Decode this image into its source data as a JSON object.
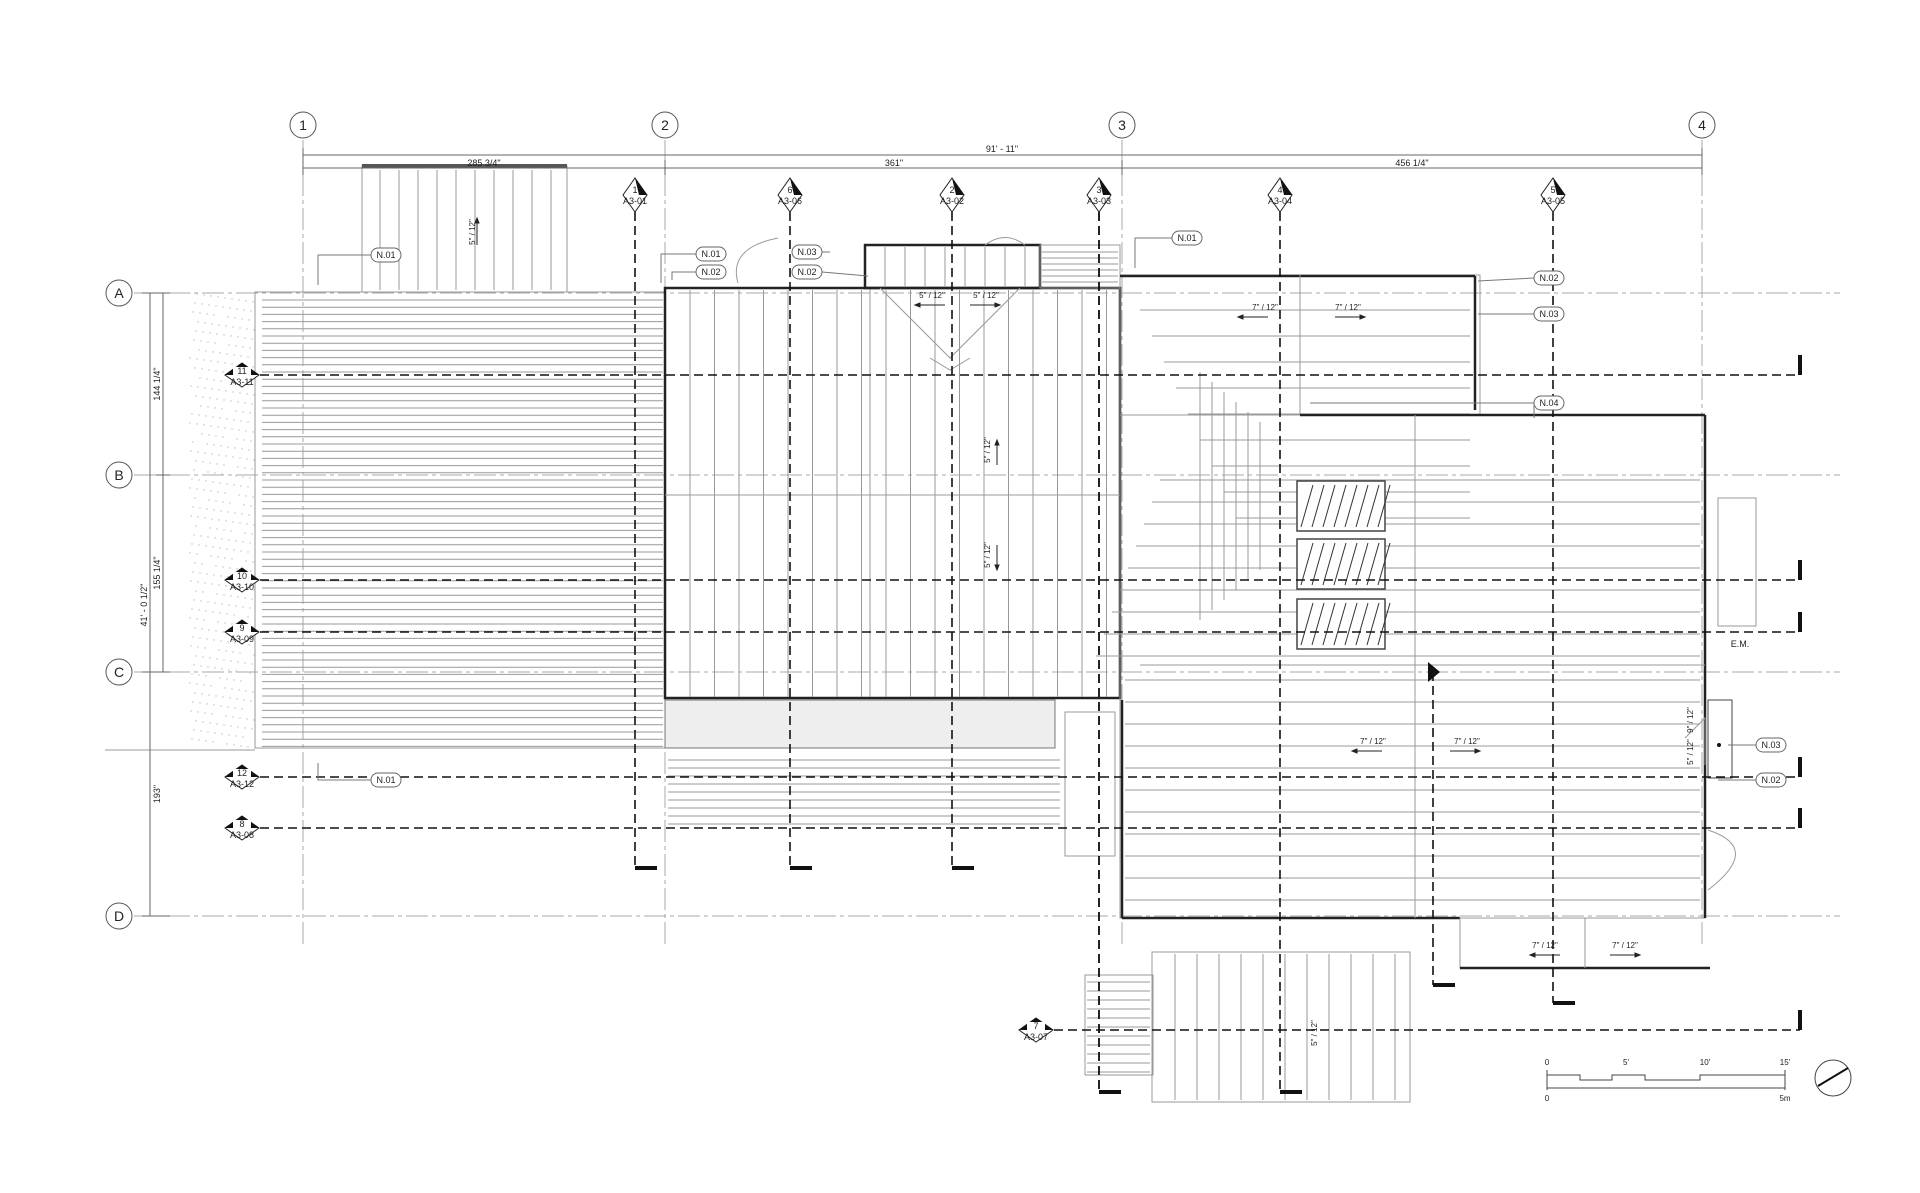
{
  "grid_columns": [
    "1",
    "2",
    "3",
    "4"
  ],
  "grid_rows": [
    "A",
    "B",
    "C",
    "D"
  ],
  "dimensions": {
    "overall": "91' - 11\"",
    "bay_1": "285 3/4\"",
    "bay_2": "361\"",
    "bay_3": "456 1/4\"",
    "row_ab": "144 1/4\"",
    "row_bc": "155 1/4\"",
    "row_ac_total": "41' - 0 1/2\"",
    "row_cd": "193\""
  },
  "section_markers": [
    {
      "number": "1",
      "sheet": "A3-01"
    },
    {
      "number": "6",
      "sheet": "A3-06"
    },
    {
      "number": "2",
      "sheet": "A3-02"
    },
    {
      "number": "3",
      "sheet": "A3-03"
    },
    {
      "number": "4",
      "sheet": "A3-04"
    },
    {
      "number": "5",
      "sheet": "A3-05"
    },
    {
      "number": "11",
      "sheet": "A3-11"
    },
    {
      "number": "10",
      "sheet": "A3-10"
    },
    {
      "number": "9",
      "sheet": "A3-09"
    },
    {
      "number": "12",
      "sheet": "A3-12"
    },
    {
      "number": "8",
      "sheet": "A3-08"
    },
    {
      "number": "7",
      "sheet": "A3-07"
    }
  ],
  "keynotes": [
    "N.01",
    "N.01",
    "N.02",
    "N.03",
    "N.02",
    "N.01",
    "N.02",
    "N.03",
    "N.04",
    "N.01",
    "N.03",
    "N.02"
  ],
  "slopes": [
    "5\" / 12\"",
    "5\" / 12\"",
    "5\" / 12\"",
    "5\" / 12\"",
    "5\" / 12\"",
    "7\" / 12\"",
    "7\" / 12\"",
    "7\" / 12\"",
    "7\" / 12\"",
    "7\" / 12\"",
    "7\" / 12\"",
    "5\" / 12\"",
    "9\" / 12\"",
    "5\" / 12\""
  ],
  "labels": {
    "em": "E.M."
  },
  "scale_bar": {
    "ticks": [
      "0",
      "5'",
      "10'",
      "15'"
    ],
    "metric": [
      "0",
      "5m"
    ]
  }
}
